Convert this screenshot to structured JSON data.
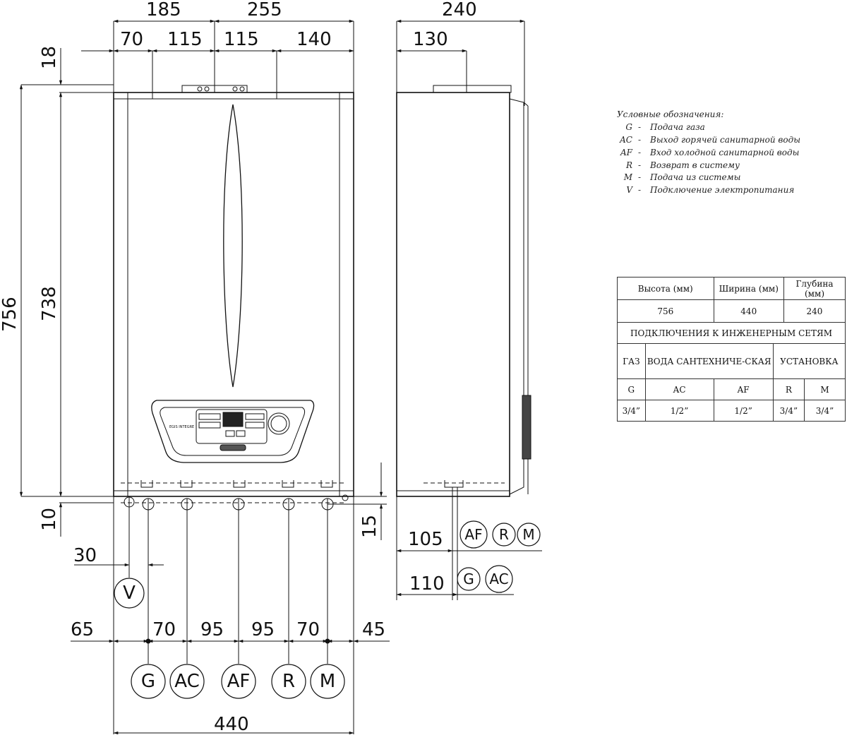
{
  "dimensions": {
    "top_185": "185",
    "top_255": "255",
    "top_70": "70",
    "top_115a": "115",
    "top_115b": "115",
    "top_140": "140",
    "side_240": "240",
    "side_130": "130",
    "left_18": "18",
    "left_756": "756",
    "left_738": "738",
    "left_10": "10",
    "right_15": "15",
    "bottom_30": "30",
    "bottom_65": "65",
    "bottom_70a": "70",
    "bottom_95a": "95",
    "bottom_95b": "95",
    "bottom_70b": "70",
    "bottom_45": "45",
    "bottom_440": "440",
    "side_105": "105",
    "side_110": "110"
  },
  "connections": {
    "front": [
      "G",
      "AC",
      "AF",
      "R",
      "M"
    ],
    "power": "V",
    "side_upper": [
      "AF",
      "R",
      "M"
    ],
    "side_lower": [
      "G",
      "AC"
    ]
  },
  "legend": {
    "title": "Условные обозначения:",
    "items": [
      {
        "code": "G",
        "text": "Подача газа"
      },
      {
        "code": "AC",
        "text": "Выход горячей санитарной воды"
      },
      {
        "code": "AF",
        "text": "Вход холодной санитарной воды"
      },
      {
        "code": "R",
        "text": "Возврат в систему"
      },
      {
        "code": "M",
        "text": "Подача из системы"
      },
      {
        "code": "V",
        "text": "Подключение электропитания"
      }
    ]
  },
  "spec_table": {
    "headers": [
      "Высота (мм)",
      "Ширина (мм)",
      "Глубина (мм)"
    ],
    "values": [
      "756",
      "440",
      "240"
    ],
    "section_title": "ПОДКЛЮЧЕНИЯ К ИНЖЕНЕРНЫМ СЕТЯМ",
    "groups": [
      "ГАЗ",
      "ВОДА САНТЕХНИЧЕ-СКАЯ",
      "УСТАНОВКА"
    ],
    "codes": [
      "G",
      "AC",
      "AF",
      "R",
      "M"
    ],
    "sizes": [
      "3/4”",
      "1/2”",
      "1/2”",
      "3/4”",
      "3/4”"
    ]
  },
  "panel": {
    "brand_text": "EGIS INTEGRE"
  }
}
